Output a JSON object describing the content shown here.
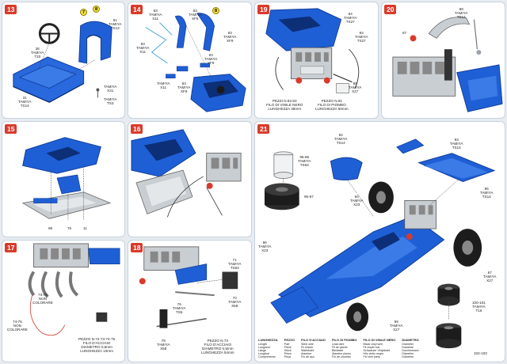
{
  "colors": {
    "blue": "#1f5fd6",
    "blue_dark": "#123f9a",
    "gray": "#9aa2aa",
    "accent": "#d93a2b",
    "panel_border": "#c5d2de"
  },
  "panels": {
    "p13": {
      "number": "13",
      "badges": [
        "7",
        "8"
      ],
      "labels": {
        "t_x9": "36\nTAMIYA\nT20",
        "t_ts13": "81\nTAMIYA\nTS13",
        "t_ts14": "31\nTAMIYA\nTS14",
        "t_x31": "TAMIYA\nX31",
        "t_ts7": "TAMIYA\nTS3"
      }
    },
    "p14": {
      "number": "14",
      "badges": [
        "8"
      ],
      "labels": {
        "a": "83\nTAMIYA\nX11",
        "b": "83\nTAMIYA\nXF6",
        "c": "83\nTAMIYA\nXF9",
        "d": "83\nTAMIYA\nX11",
        "e": "83\nTAMIYA\nXF9",
        "f": "TAMIYA\nX11",
        "g": "83\nTAMIYA\nXF9"
      }
    },
    "p15": {
      "number": "15",
      "labels": {
        "a": "98",
        "b": "75",
        "c": "11"
      }
    },
    "p16": {
      "number": "16"
    },
    "p17": {
      "number": "17",
      "labels": {
        "a": "73-75\nNON\nCOLORARE",
        "b": "74-75\nNON\nCOLORARE",
        "c": "PEZZO N.72-73-74-75\nFILO D'ACCIAIO\nDIAMETRO 0,8mm\nLUNGHEZZA 10mm"
      }
    },
    "p18": {
      "number": "18",
      "labels": {
        "a": "71\nTAMIYA\nTS63",
        "b": "76\nTAMIYA\nTS5",
        "c": "70\nTAMIYA\nX58",
        "d": "78\nTAMIYA\nX58",
        "e": "PEZZO N.73\nFILO D'ACCIAIO\nDIAMETRO 0,5mm\nLUNGHEZZA 54mm"
      }
    },
    "p19": {
      "number": "19",
      "labels": {
        "a": "84\nTAMIYA\nTS27",
        "b": "84\nTAMIYA\nTS27",
        "c": "85\nTAMIYA\nX27",
        "d": "PEZZI N.82-83\nFILO DI VINILE NERO\nLUNGHEZZA 38mm",
        "e": "PEZZO N.81\nFILO DI PIOMBO\nLUNGHEZZA 50mm"
      }
    },
    "p20": {
      "number": "20",
      "labels": {
        "a": "88\nTAMIYA\nTS14",
        "b": "87"
      }
    },
    "p21": {
      "number": "21",
      "labels": {
        "a": "95-96\nTAMIYA\nTS63",
        "b": "95-97",
        "c": "92\nTAMIYA\nTS14",
        "d": "93\nTAMIYA\nTS14",
        "e": "94\nTAMIYA\nX23",
        "f": "95\nTAMIYA\nTS14",
        "g": "96\nTAMIYA\nX23",
        "h": "97\nTAMIYA\nX27",
        "i": "99\nTAMIYA\nX27",
        "j": "100-101\nTAMIYA\nT16",
        "k": "102-103"
      },
      "legend": [
        {
          "head": "LUNGHEZZA",
          "rows": [
            "Length",
            "Longueur",
            "Länge",
            "Longitud",
            "Comprimento"
          ]
        },
        {
          "head": "PEZZO",
          "rows": [
            "Part",
            "Pièce",
            "Stück",
            "Pieza",
            "Peça"
          ]
        },
        {
          "head": "FILO D'ACCIAIO",
          "rows": [
            "Steel wire",
            "Fil d'acier",
            "Stahldraht",
            "Alambre",
            "Fio de aço"
          ]
        },
        {
          "head": "FILO DI PIOMBO",
          "rows": [
            "Lead wire",
            "Fil de plomb",
            "Bleidraht",
            "Alambre plomo",
            "Fio de chumbo"
          ]
        },
        {
          "head": "FILO DI VINILE NERO",
          "rows": [
            "Black vinyl wire",
            "Fil vinyle noir",
            "Schwarzer Vinyldraht",
            "Hilo vinilo negro",
            "Fio vinil preto"
          ]
        },
        {
          "head": "DIAMETRO",
          "rows": [
            "Diameter",
            "Diamètre",
            "Durchmesser",
            "Diámetro",
            "Diâmetro"
          ]
        }
      ]
    }
  }
}
